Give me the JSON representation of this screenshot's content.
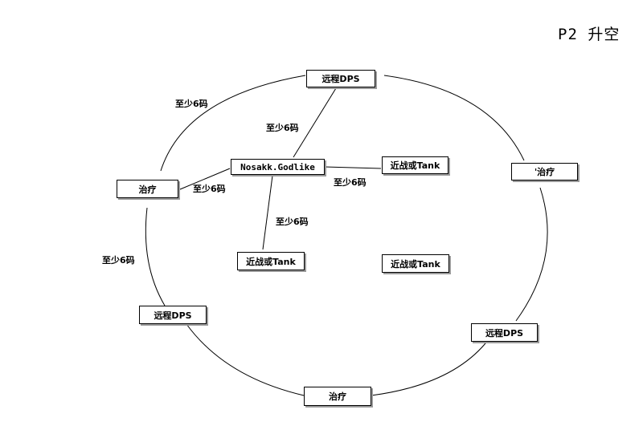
{
  "title": "P2 升空",
  "nodes": {
    "ranged_top": "远程DPS",
    "center": "Nosakk.Godlike",
    "melee_right": "近战或Tank",
    "healer_right": "'治疗",
    "healer_left": "治疗",
    "melee_bottom": "近战或Tank",
    "melee_far_right": "近战或Tank",
    "ranged_left": "远程DPS",
    "ranged_right": "远程DPS",
    "healer_bottom": "治疗"
  },
  "labels": {
    "arc_top_left": "至少6码",
    "center_top": "至少6码",
    "center_left": "至少6码",
    "center_right": "至少6码",
    "center_bottom": "至少6码",
    "arc_left": "至少6码"
  }
}
